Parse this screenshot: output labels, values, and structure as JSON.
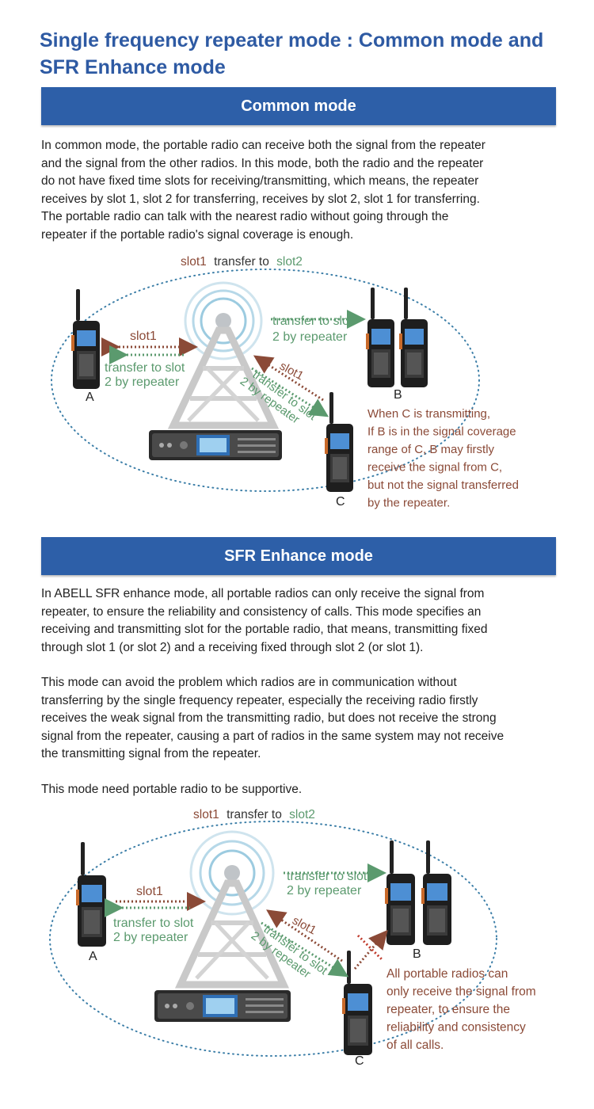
{
  "title": [
    "Single frequency repeater mode : Common mode and",
    "SFR Enhance  mode"
  ],
  "common": {
    "heading": "Common mode",
    "paragraph": [
      "In common mode, the portable radio can receive both the signal from the repeater",
      "and the signal from the other radios. In this mode, both the radio and the repeater",
      "do not have fixed time slots for receiving/transmitting, which means, the repeater",
      "receives by slot 1, slot 2 for transferring, receives by slot 2, slot 1 for transferring.",
      "The portable radio can talk with the nearest radio without going through the",
      "repeater if the portable radio's signal coverage is enough."
    ],
    "diagram": {
      "top_slot1": "slot1",
      "top_mid": "transfer to",
      "top_slot2": "slot2",
      "left_slot1": "slot1",
      "left_transfer": [
        "transfer to slot",
        "2 by repeater"
      ],
      "right_transfer": [
        "transfer to slot",
        "2 by repeater"
      ],
      "diag_slot1": "slot1",
      "diag_transfer": [
        "transfer to slot",
        "2 by repeater"
      ],
      "radio_a": "A",
      "radio_b": "B",
      "radio_c": "C",
      "note": [
        "When C is transmitting,",
        "If B is in the signal coverage",
        "range of C, B may firstly",
        "receive the signal from C,",
        "but not the signal transferred",
        "by the repeater."
      ]
    }
  },
  "sfr": {
    "heading": "SFR Enhance mode",
    "paragraph1": [
      "In ABELL SFR enhance mode, all portable radios can only receive the signal from",
      "repeater, to ensure the reliability and consistency of calls. This mode specifies an",
      "receiving and transmitting slot for the portable radio, that means, transmitting fixed",
      "through slot 1 (or slot 2) and a receiving fixed through slot 2 (or slot 1)."
    ],
    "paragraph2": [
      "This mode can avoid the problem which radios are in communication without",
      "transferring by the single frequency repeater, especially the receiving radio firstly",
      "receives the weak signal from the transmitting radio, but does not receive the strong",
      "signal from the repeater, causing a part of radios in the same system may not receive",
      "the transmitting signal from the repeater."
    ],
    "paragraph3": "This mode need portable radio to be supportive.",
    "diagram": {
      "top_slot1": "slot1",
      "top_mid": "transfer to",
      "top_slot2": "slot2",
      "left_slot1": "slot1",
      "left_transfer": [
        "transfer to slot",
        "2 by repeater"
      ],
      "right_transfer": [
        "transfer to slot",
        "2 by repeater"
      ],
      "diag_slot1": "slot1",
      "diag_transfer": [
        "transfer to slot",
        "2 by repeater"
      ],
      "radio_a": "A",
      "radio_b": "B",
      "radio_c": "C",
      "note": [
        "All portable radios can",
        "only receive the signal from",
        "repeater, to ensure the",
        "reliability and consistency",
        "of all calls."
      ]
    }
  },
  "colors": {
    "title": "#2e5aa3",
    "banner": "#2d5fa8",
    "brown": "#8b4a37",
    "green": "#5b9a6e",
    "ellipse": "#3d7fa8"
  }
}
